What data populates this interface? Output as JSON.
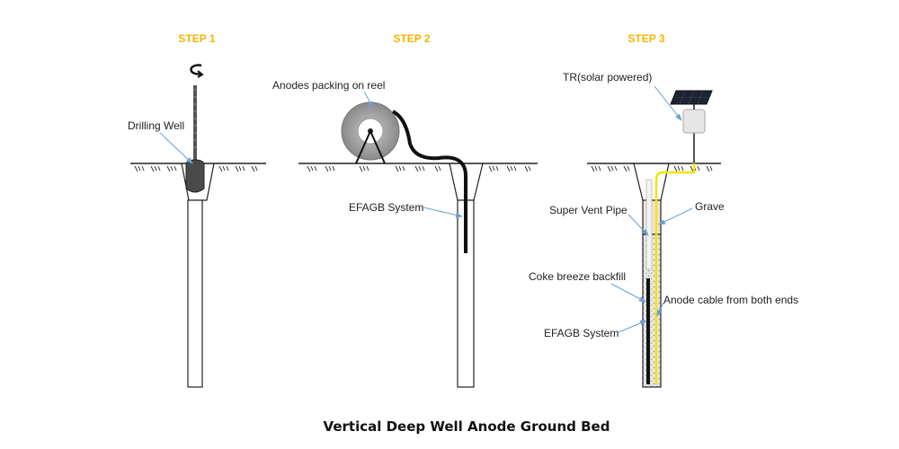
{
  "title": "Vertical Deep Well Anode Ground Bed",
  "steps": [
    {
      "label": "STEP 1"
    },
    {
      "label": "STEP 2"
    },
    {
      "label": "STEP 3"
    }
  ],
  "labels": {
    "drilling_well": "Drilling Well",
    "anodes_reel": "Anodes packing on reel",
    "efagb_step2": "EFAGB System",
    "tr": "TR(solar powered)",
    "super_vent": "Super Vent Pipe",
    "grave": "Grave",
    "coke": "Coke breeze backfill",
    "anode_cable": "Anode cable from both ends",
    "efagb_step3": "EFAGB System"
  },
  "colors": {
    "step": "#f2b400",
    "cable": "#f5e400",
    "pointer": "#6a9fd0",
    "anode": "#111111"
  }
}
